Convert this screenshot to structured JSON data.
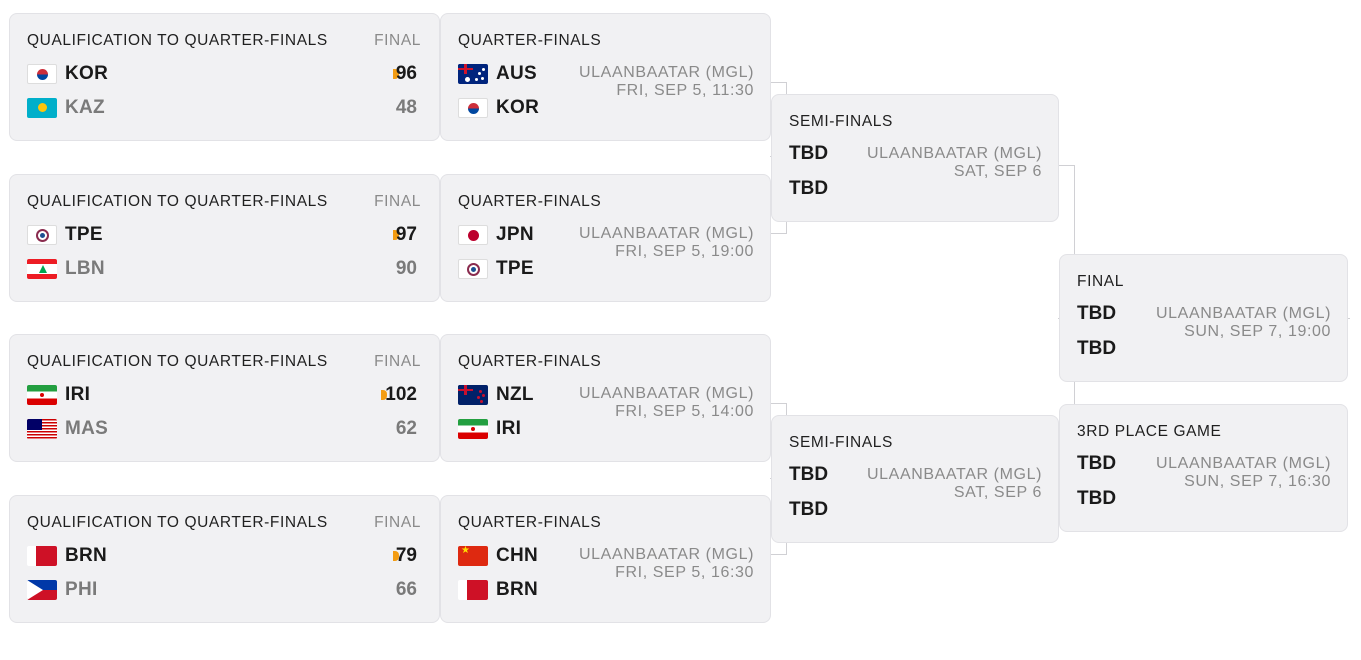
{
  "qualification": [
    {
      "stage": "QUALIFICATION TO QUARTER-FINALS",
      "status": "FINAL",
      "teams": [
        {
          "code": "KOR",
          "flag": "kor-flag-icon",
          "score": "96",
          "winner": true
        },
        {
          "code": "KAZ",
          "flag": "kaz-flag-icon",
          "score": "48",
          "winner": false
        }
      ]
    },
    {
      "stage": "QUALIFICATION TO QUARTER-FINALS",
      "status": "FINAL",
      "teams": [
        {
          "code": "TPE",
          "flag": "tpe-flag-icon",
          "score": "97",
          "winner": true
        },
        {
          "code": "LBN",
          "flag": "lbn-flag-icon",
          "score": "90",
          "winner": false
        }
      ]
    },
    {
      "stage": "QUALIFICATION TO QUARTER-FINALS",
      "status": "FINAL",
      "teams": [
        {
          "code": "IRI",
          "flag": "iri-flag-icon",
          "score": "102",
          "winner": true
        },
        {
          "code": "MAS",
          "flag": "mas-flag-icon",
          "score": "62",
          "winner": false
        }
      ]
    },
    {
      "stage": "QUALIFICATION TO QUARTER-FINALS",
      "status": "FINAL",
      "teams": [
        {
          "code": "BRN",
          "flag": "brn-flag-icon",
          "score": "79",
          "winner": true
        },
        {
          "code": "PHI",
          "flag": "phi-flag-icon",
          "score": "66",
          "winner": false
        }
      ]
    }
  ],
  "quarterfinals": [
    {
      "stage": "QUARTER-FINALS",
      "venue": "ULAANBAATAR (MGL)",
      "date": "FRI, SEP 5, 11:30",
      "teams": [
        {
          "code": "AUS",
          "flag": "aus-flag-icon"
        },
        {
          "code": "KOR",
          "flag": "kor-flag-icon"
        }
      ]
    },
    {
      "stage": "QUARTER-FINALS",
      "venue": "ULAANBAATAR (MGL)",
      "date": "FRI, SEP 5, 19:00",
      "teams": [
        {
          "code": "JPN",
          "flag": "jpn-flag-icon"
        },
        {
          "code": "TPE",
          "flag": "tpe-flag-icon"
        }
      ]
    },
    {
      "stage": "QUARTER-FINALS",
      "venue": "ULAANBAATAR (MGL)",
      "date": "FRI, SEP 5, 14:00",
      "teams": [
        {
          "code": "NZL",
          "flag": "nzl-flag-icon"
        },
        {
          "code": "IRI",
          "flag": "iri-flag-icon"
        }
      ]
    },
    {
      "stage": "QUARTER-FINALS",
      "venue": "ULAANBAATAR (MGL)",
      "date": "FRI, SEP 5, 16:30",
      "teams": [
        {
          "code": "CHN",
          "flag": "chn-flag-icon"
        },
        {
          "code": "BRN",
          "flag": "brn-flag-icon"
        }
      ]
    }
  ],
  "semifinals": [
    {
      "stage": "SEMI-FINALS",
      "venue": "ULAANBAATAR (MGL)",
      "date": "SAT, SEP 6",
      "teams": [
        "TBD",
        "TBD"
      ]
    },
    {
      "stage": "SEMI-FINALS",
      "venue": "ULAANBAATAR (MGL)",
      "date": "SAT, SEP 6",
      "teams": [
        "TBD",
        "TBD"
      ]
    }
  ],
  "final": {
    "stage": "FINAL",
    "venue": "ULAANBAATAR (MGL)",
    "date": "SUN, SEP 7, 19:00",
    "teams": [
      "TBD",
      "TBD"
    ]
  },
  "third_place": {
    "stage": "3RD PLACE GAME",
    "venue": "ULAANBAATAR (MGL)",
    "date": "SUN, SEP 7, 16:30",
    "teams": [
      "TBD",
      "TBD"
    ]
  },
  "colors": {
    "card_bg": "#f1f1f3",
    "winner_marker": "#f39c12",
    "muted_text": "#8a8a8a"
  }
}
